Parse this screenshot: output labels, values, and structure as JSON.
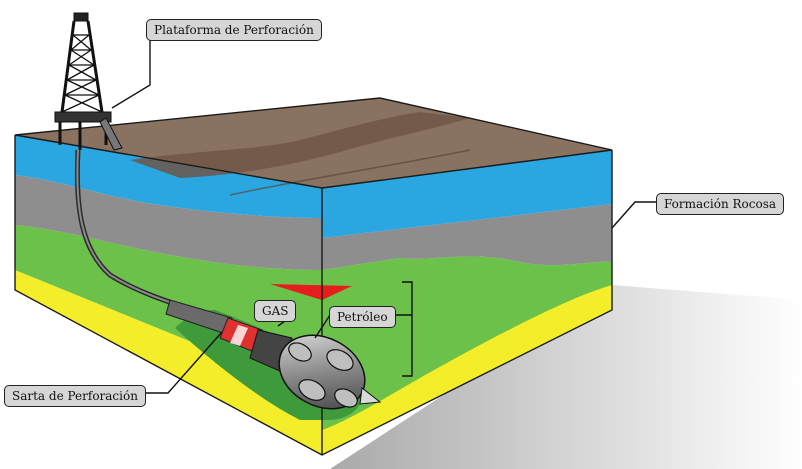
{
  "labels": {
    "rig": "Plataforma de Perforación",
    "rock": "Formación Rocosa",
    "gas": "GAS",
    "oil": "Petróleo",
    "drill_string": "Sarta de Perforación"
  },
  "colors": {
    "surface": "#8a7260",
    "surface_dark": "#6e5647",
    "water": "#2aa7e0",
    "rock": "#8e8e8e",
    "green": "#6cc14a",
    "green_dark": "#3e9a3a",
    "yellow": "#f4ee2a",
    "gas": "#e51d1d",
    "drill_red": "#e03030",
    "metal": "#555555"
  }
}
